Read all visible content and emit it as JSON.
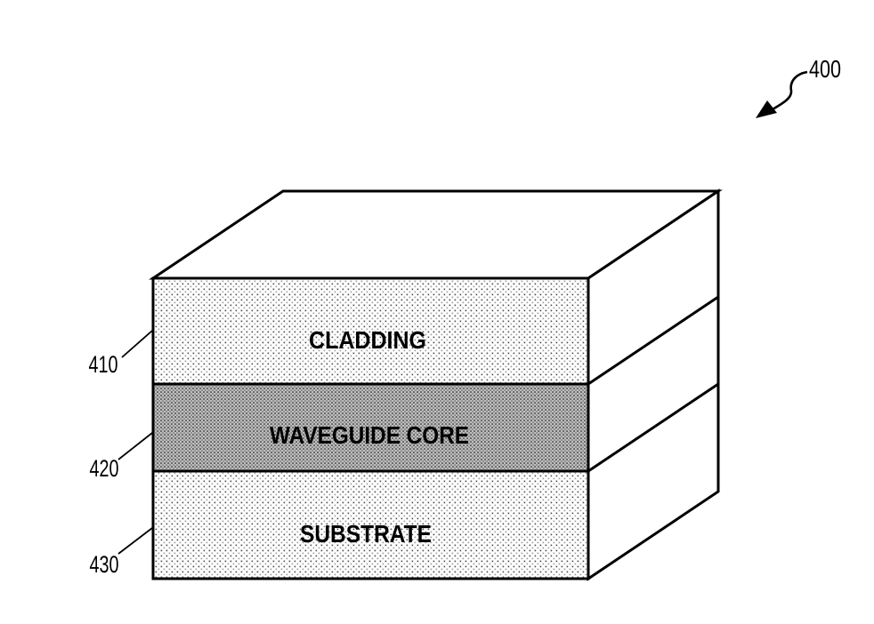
{
  "figure": {
    "reference_number": "400",
    "layers": [
      {
        "ref": "410",
        "name": "CLADDING",
        "texture": "light-stipple"
      },
      {
        "ref": "420",
        "name": "WAVEGUIDE CORE",
        "texture": "dark-stipple"
      },
      {
        "ref": "430",
        "name": "SUBSTRATE",
        "texture": "light-stipple"
      }
    ],
    "colors": {
      "background": "#ffffff",
      "outline": "#000000",
      "label_text": "#000000",
      "light_stipple_bg": "#ffffff",
      "light_stipple_dot_dark": "#4a4a4a",
      "light_stipple_dot_mid": "#9a9a9a",
      "dark_stipple_bg": "#bdbdbd",
      "dark_stipple_dot_dark": "#2e2e2e",
      "dark_stipple_dot_mid": "#6f6f6f"
    }
  }
}
